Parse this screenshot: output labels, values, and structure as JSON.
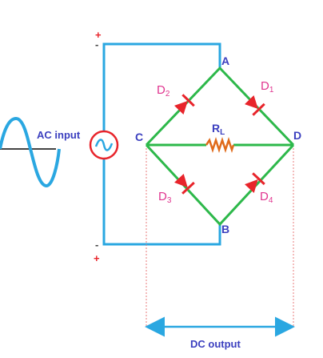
{
  "colors": {
    "wire_ac": "#2aa7e1",
    "wire_bridge": "#2db84a",
    "diode": "#e8242b",
    "node_label": "#3b3fbf",
    "diode_label": "#e0358f",
    "resistor": "#e06a1a",
    "source": "#e8242b",
    "dc_arrow": "#2aa7e1",
    "guide": "#e87b7b"
  },
  "labels": {
    "ac_input": "AC input",
    "dc_output": "DC output",
    "node_a": "A",
    "node_b": "B",
    "node_c": "C",
    "node_d": "D",
    "resistor": "R",
    "resistor_sub": "L",
    "top_plus": "+",
    "top_minus": "-",
    "bottom_minus": "-",
    "bottom_plus": "+"
  },
  "diodes": [
    {
      "id": "d2",
      "label": "D",
      "sub": "2"
    },
    {
      "id": "d1",
      "label": "D",
      "sub": "1"
    },
    {
      "id": "d3",
      "label": "D",
      "sub": "3"
    },
    {
      "id": "d4",
      "label": "D",
      "sub": "4"
    }
  ]
}
